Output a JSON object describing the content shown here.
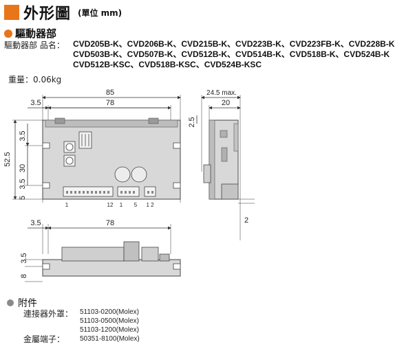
{
  "header": {
    "title": "外形圖",
    "unit": "(單位 mm)"
  },
  "driver_section": {
    "title": "驅動器部",
    "name_label": "驅動器部 品名：",
    "models_line1": "CVD205B-K、CVD206B-K、CVD215B-K、CVD223B-K、CVD223FB-K、CVD228B-K",
    "models_line2": "CVD503B-K、CVD507B-K、CVD512B-K、CVD514B-K、CVD518B-K、CVD524B-K",
    "models_line3": "CVD512B-KSC、CVD518B-KSC、CVD524B-KSC",
    "weight": "重量：0.06kg"
  },
  "front_view": {
    "dim_total_width": "85",
    "dim_offset": "3.5",
    "dim_inner_width": "78",
    "dim_height": "52.5",
    "dim_hole_top": "3.5",
    "dim_hole_mid": "30",
    "dim_hole_low": "3.5",
    "dim_bottom": "5",
    "pin_labels": [
      "1",
      "12",
      "1",
      "5",
      "1 2"
    ]
  },
  "side_view": {
    "dim_max": "24.5 max.",
    "dim_width": "20",
    "dim_top": "2.5",
    "dim_bottom": "2"
  },
  "bottom_view": {
    "dim_offset": "3.5",
    "dim_width": "78",
    "dim_hole": "3.5",
    "dim_height": "8"
  },
  "accessory_section": {
    "title": "附件",
    "connector_label": "連接器外罩：",
    "connector_parts": [
      "51103-0200(Molex)",
      "51103-0500(Molex)",
      "51103-1200(Molex)"
    ],
    "terminal_label": "金屬端子：",
    "terminal_part": "50351-8100(Molex)"
  }
}
